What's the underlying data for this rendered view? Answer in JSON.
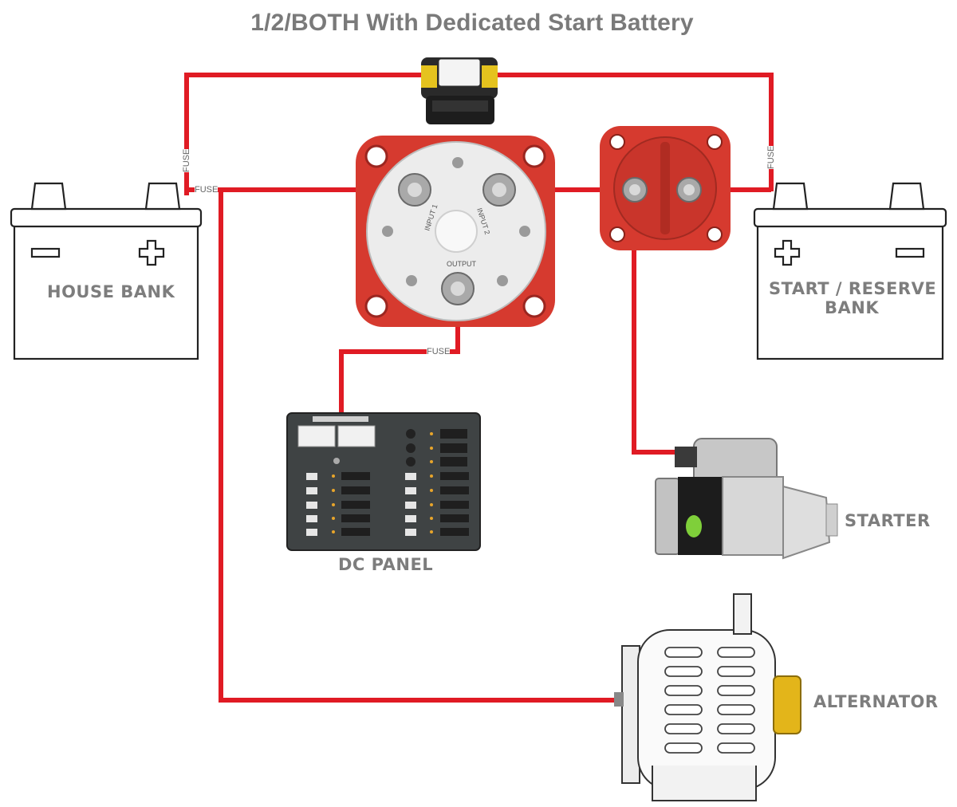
{
  "title": "1/2/BOTH With Dedicated Start Battery",
  "components": {
    "house_bank": "HOUSE BANK",
    "start_bank_line1": "START / RESERVE",
    "start_bank_line2": "BANK",
    "dc_panel": "DC PANEL",
    "starter": "STARTER",
    "alternator": "ALTERNATOR"
  },
  "fuses": {
    "house_top": "FUSE",
    "house_side": "FUSE",
    "start_top": "FUSE",
    "panel": "FUSE"
  },
  "switch_labels": {
    "input1": "INPUT 1",
    "input2": "INPUT 2",
    "output": "OUTPUT"
  },
  "colors": {
    "wire": "#e01b24",
    "label": "#7d7d7d",
    "switch_red": "#d63a2f",
    "switch_face": "#ececec"
  }
}
